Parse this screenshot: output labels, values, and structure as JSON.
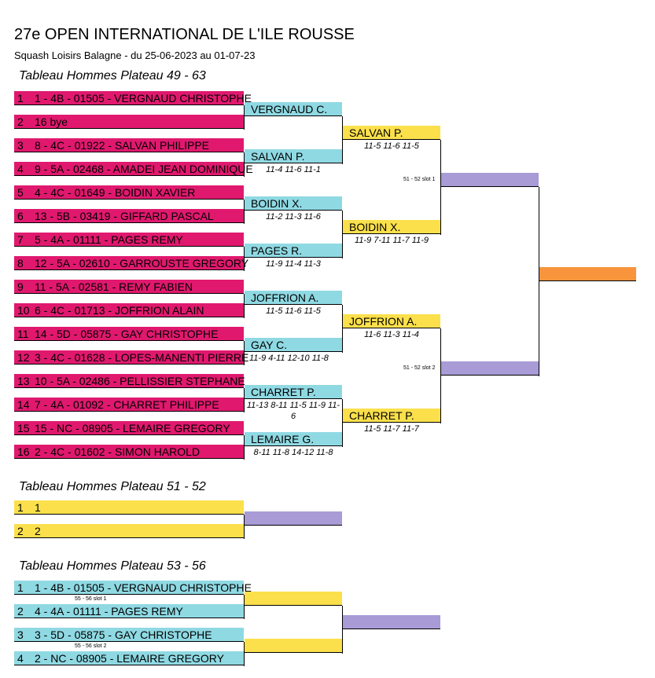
{
  "header": {
    "title": "27e OPEN INTERNATIONAL DE L'ILE ROUSSE",
    "subtitle": "Squash Loisirs Balagne - du 25-06-2023 au 01-07-23"
  },
  "sections": [
    "Tableau Hommes Plateau 49 - 63",
    "Tableau Hommes Plateau 51 - 52",
    "Tableau Hommes Plateau 53 - 56"
  ],
  "main_draw": {
    "entries": [
      {
        "num": "1",
        "text": "1 - 4B - 01505 - VERGNAUD CHRISTOPHE"
      },
      {
        "num": "2",
        "text": "16 bye"
      },
      {
        "num": "3",
        "text": "8 - 4C - 01922 - SALVAN PHILIPPE"
      },
      {
        "num": "4",
        "text": "9 - 5A - 02468 - AMADEI JEAN DOMINIQUE"
      },
      {
        "num": "5",
        "text": "4 - 4C - 01649 - BOIDIN XAVIER"
      },
      {
        "num": "6",
        "text": "13 - 5B - 03419 - GIFFARD PASCAL"
      },
      {
        "num": "7",
        "text": "5 - 4A - 01111 - PAGES REMY"
      },
      {
        "num": "8",
        "text": "12 - 5A - 02610 - GARROUSTE GREGORY"
      },
      {
        "num": "9",
        "text": "11 - 5A - 02581 - REMY FABIEN"
      },
      {
        "num": "10",
        "text": "6 - 4C - 01713 - JOFFRION ALAIN"
      },
      {
        "num": "11",
        "text": "14 - 5D - 05875 - GAY CHRISTOPHE"
      },
      {
        "num": "12",
        "text": "3 - 4C - 01628 - LOPES-MANENTI PIERRE"
      },
      {
        "num": "13",
        "text": "10 - 5A - 02486 - PELLISSIER STEPHANE"
      },
      {
        "num": "14",
        "text": "7 - 4A - 01092 - CHARRET PHILIPPE"
      },
      {
        "num": "15",
        "text": "15 - NC - 08905 - LEMAIRE GREGORY"
      },
      {
        "num": "16",
        "text": "2 - 4C - 01602 - SIMON HAROLD"
      }
    ],
    "round2": [
      {
        "name": "VERGNAUD C.",
        "score": ""
      },
      {
        "name": "SALVAN P.",
        "score": "11-4 11-6 11-1"
      },
      {
        "name": "BOIDIN X.",
        "score": "11-2 11-3 11-6"
      },
      {
        "name": "PAGES R.",
        "score": "11-9 11-4 11-3"
      },
      {
        "name": "JOFFRION A.",
        "score": "11-5 11-6 11-5"
      },
      {
        "name": "GAY C.",
        "score": "11-9 4-11 12-10 11-8"
      },
      {
        "name": "CHARRET P.",
        "score": "11-13 8-11 11-5 11-9 11-6"
      },
      {
        "name": "LEMAIRE G.",
        "score": "8-11 11-8 14-12 11-8"
      }
    ],
    "round3": [
      {
        "name": "SALVAN P.",
        "score": "11-5 11-6 11-5"
      },
      {
        "name": "BOIDIN X.",
        "score": "11-9 7-11 11-7 11-9"
      },
      {
        "name": "JOFFRION A.",
        "score": "11-6 11-3 11-4"
      },
      {
        "name": "CHARRET P.",
        "score": "11-5 11-7 11-7"
      }
    ],
    "slots": [
      "51 - 52 slot 1",
      "51 - 52 slot 2"
    ]
  },
  "draw_51_52": {
    "entries": [
      {
        "num": "1",
        "text": "1"
      },
      {
        "num": "2",
        "text": "2"
      }
    ]
  },
  "draw_53_56": {
    "entries": [
      {
        "num": "1",
        "text": "1 - 4B - 01505 - VERGNAUD CHRISTOPHE"
      },
      {
        "num": "2",
        "text": "4 - 4A - 01111 - PAGES REMY"
      },
      {
        "num": "3",
        "text": "3 - 5D - 05875 - GAY CHRISTOPHE"
      },
      {
        "num": "4",
        "text": "2 - NC - 08905 - LEMAIRE GREGORY"
      }
    ],
    "slots": [
      "55 - 56 slot 1",
      "55 - 56 slot 2"
    ]
  },
  "colors": {
    "entry_main": "#e0196e",
    "round2": "#8fd9e3",
    "round3": "#fbe04c",
    "semi": "#a89bd6",
    "final": "#f7943c"
  }
}
